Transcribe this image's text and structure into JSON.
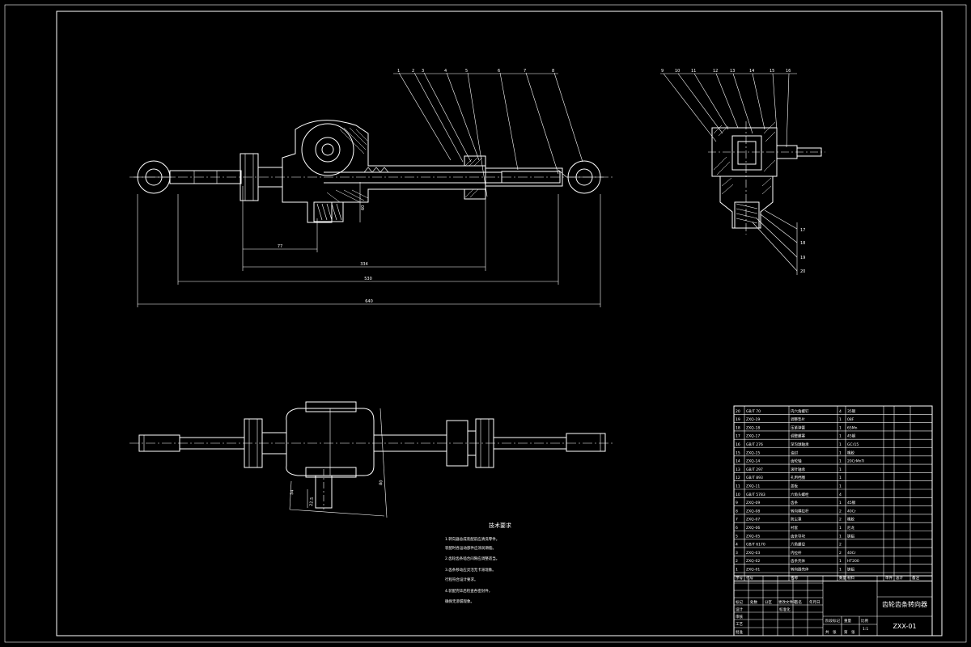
{
  "drawing": {
    "leader_numbers_left": [
      "1",
      "2",
      "3",
      "4",
      "5",
      "6",
      "7",
      "8"
    ],
    "leader_numbers_right": [
      "9",
      "10",
      "11",
      "12",
      "13",
      "14",
      "15",
      "16"
    ],
    "leader_numbers_lower_right": [
      "17",
      "18",
      "19",
      "20"
    ],
    "dimension_labels": [
      "77",
      "334",
      "530",
      "640",
      "60",
      "54",
      "22.5",
      "80"
    ]
  },
  "notes": {
    "title": "技术要求",
    "lines": [
      "1.转向器总成装配前应清洗零件。",
      "   装配时各运动部件应涂润滑脂。",
      "2.齿轮齿条啮合间隙应调整适当。",
      "3.齿条移动应灵活无卡滞现象。",
      "   行程符合设计要求。",
      "4.装配完毕后检查各密封件，",
      "   确保无渗漏现象。"
    ]
  },
  "bom": {
    "rows": [
      {
        "no": "20",
        "code": "GB/T 70",
        "name": "内六角螺钉",
        "qty": "4",
        "mat": "35钢"
      },
      {
        "no": "19",
        "code": "ZXQ-19",
        "name": "调整垫片",
        "qty": "1",
        "mat": "08F"
      },
      {
        "no": "18",
        "code": "ZXQ-18",
        "name": "压紧弹簧",
        "qty": "1",
        "mat": "65Mn"
      },
      {
        "no": "17",
        "code": "ZXQ-17",
        "name": "调整螺塞",
        "qty": "1",
        "mat": "45钢"
      },
      {
        "no": "16",
        "code": "GB/T 276",
        "name": "深沟球轴承",
        "qty": "1",
        "mat": "GCr15"
      },
      {
        "no": "15",
        "code": "ZXQ-15",
        "name": "油封",
        "qty": "1",
        "mat": "橡胶"
      },
      {
        "no": "14",
        "code": "ZXQ-14",
        "name": "齿轮轴",
        "qty": "1",
        "mat": "20CrMnTi"
      },
      {
        "no": "13",
        "code": "GB/T 297",
        "name": "滚针轴承",
        "qty": "1",
        "mat": ""
      },
      {
        "no": "12",
        "code": "GB/T 893",
        "name": "孔用挡圈",
        "qty": "1",
        "mat": ""
      },
      {
        "no": "11",
        "code": "ZXQ-11",
        "name": "盖板",
        "qty": "1",
        "mat": ""
      },
      {
        "no": "10",
        "code": "GB/T 5783",
        "name": "六角头螺栓",
        "qty": "4",
        "mat": ""
      },
      {
        "no": "9",
        "code": "ZXQ-09",
        "name": "齿条",
        "qty": "1",
        "mat": "45钢"
      },
      {
        "no": "8",
        "code": "ZXQ-08",
        "name": "转向横拉杆",
        "qty": "2",
        "mat": "40Cr"
      },
      {
        "no": "7",
        "code": "ZXQ-07",
        "name": "防尘罩",
        "qty": "2",
        "mat": "橡胶"
      },
      {
        "no": "6",
        "code": "ZXQ-06",
        "name": "衬套",
        "qty": "1",
        "mat": "尼龙"
      },
      {
        "no": "5",
        "code": "ZXQ-05",
        "name": "齿条导块",
        "qty": "1",
        "mat": "铸铝"
      },
      {
        "no": "4",
        "code": "GB/T 6170",
        "name": "六角螺母",
        "qty": "2",
        "mat": ""
      },
      {
        "no": "3",
        "code": "ZXQ-03",
        "name": "内拉杆",
        "qty": "2",
        "mat": "40Cr"
      },
      {
        "no": "2",
        "code": "ZXQ-02",
        "name": "齿条壳体",
        "qty": "1",
        "mat": "HT200"
      },
      {
        "no": "1",
        "code": "ZXQ-01",
        "name": "转向器壳体",
        "qty": "1",
        "mat": "铸铝"
      }
    ],
    "header": {
      "no": "序号",
      "code": "代号",
      "name": "名称",
      "qty": "数量",
      "mat": "材料",
      "weight": "单件",
      "total": "总计",
      "remark": "备注"
    }
  },
  "title_block": {
    "drawing_title": "齿轮齿条转向器",
    "drawing_no": "ZXX-01",
    "scale": "1:1",
    "labels": [
      "标记",
      "处数",
      "分区",
      "更改文件号",
      "签名",
      "年月日",
      "设计",
      "审核",
      "工艺",
      "批准",
      "标准化",
      "阶段标记",
      "重量",
      "比例",
      "共",
      "张",
      "第",
      "张"
    ]
  }
}
